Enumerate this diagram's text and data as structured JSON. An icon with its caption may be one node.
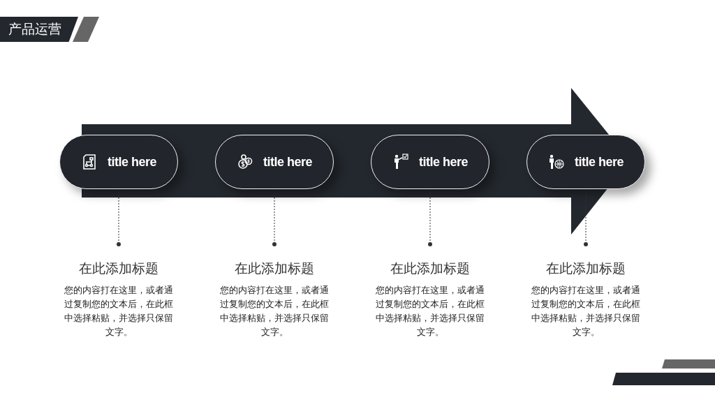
{
  "diagram": {
    "title": "产品运营",
    "nodes": [
      {
        "text": [
          "title here"
        ]
      },
      {
        "text": [
          "title here"
        ]
      },
      {
        "text": [
          "title here"
        ]
      },
      {
        "text": [
          "title here"
        ]
      },
      {
        "text": [
          "在此添加标题",
          "您的内容打在这里，或者通过复制您的文本后，在此框中选择粘贴，并选择只保留文字。"
        ]
      },
      {
        "text": [
          "在此添加标题",
          "您的内容打在这里，或者通过复制您的文本后，在此框中选择粘贴，并选择只保留文字。"
        ]
      },
      {
        "text": [
          "在此添加标题",
          "您的内容打在这里，或者通过复制您的文本后，在此框中选择粘贴，并选择只保留文字。"
        ]
      },
      {
        "text": [
          "在此添加标题",
          "您的内容打在这里，或者通过复制您的文本后，在此框中选择粘贴，并选择只保留文字。"
        ]
      }
    ],
    "edges": [
      {
        "from": 0,
        "to": 4,
        "arrow": "other",
        "style": "dashed"
      },
      {
        "from": 1,
        "to": 5,
        "arrow": "other",
        "style": "dashed"
      },
      {
        "from": 2,
        "to": 6,
        "arrow": "other",
        "style": "dashed"
      },
      {
        "from": 3,
        "to": 7,
        "arrow": "other",
        "style": "dashed"
      }
    ]
  }
}
